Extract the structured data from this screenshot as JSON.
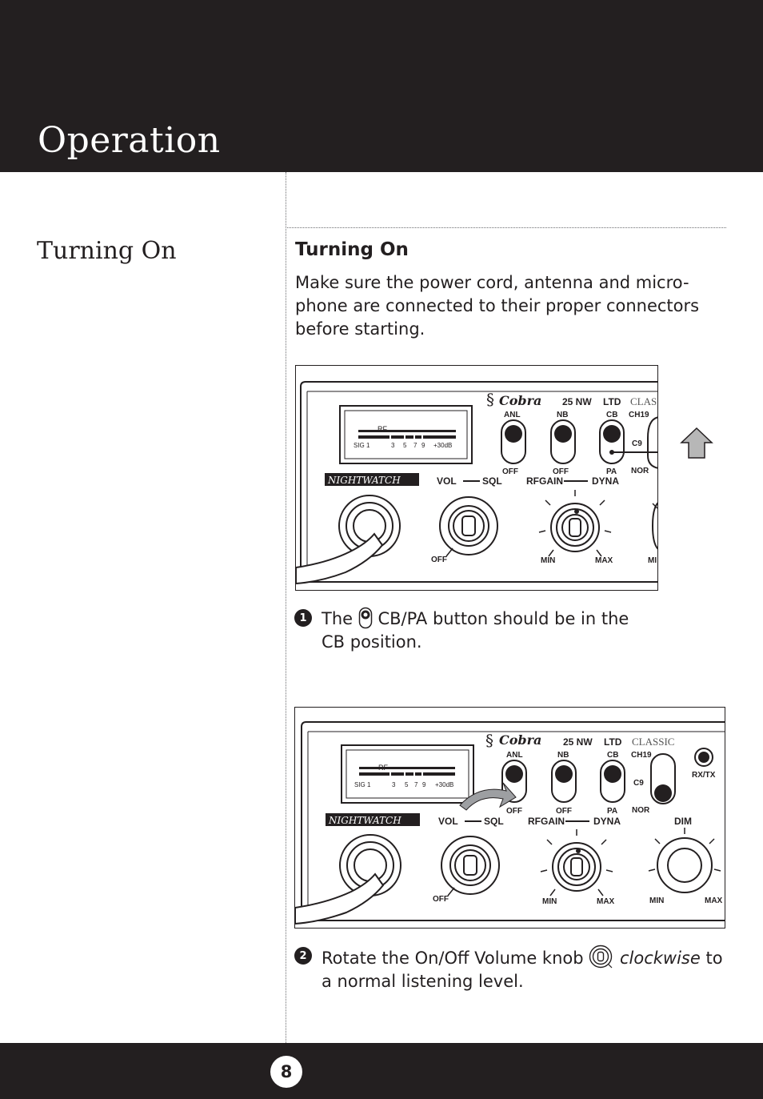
{
  "header": {
    "title": "Operation"
  },
  "sidebar": {
    "title": "Turning On"
  },
  "section": {
    "heading": "Turning On",
    "intro_line1": "Make sure the power cord, antenna and micro-",
    "intro_line2": "phone are connected to their proper connectors",
    "intro_line3": "before starting."
  },
  "panel": {
    "brand": "Cobra",
    "model": "25 NW",
    "ltd": "LTD",
    "classic": "CLASSIC",
    "classic_cropped": "CLAS",
    "series_logo": "NIGHTWATCH",
    "meter_rf": "RF",
    "meter_scale": [
      "SIG 1",
      "3",
      "5",
      "7",
      "9",
      "+30dB"
    ],
    "switches": [
      {
        "top": "ANL",
        "bottom": "OFF"
      },
      {
        "top": "NB",
        "bottom": "OFF"
      },
      {
        "top": "CB",
        "bottom": "PA"
      },
      {
        "top": "CH19",
        "mid": "C9",
        "bottom": "NOR"
      }
    ],
    "knob_labels": {
      "vol_sql": "VOL",
      "sql": "SQL",
      "rfgain": "RFGAIN",
      "dyna": "DYNA",
      "off": "OFF",
      "min": "MIN",
      "max": "MAX",
      "dim": "DIM",
      "rxtx": "RX/TX",
      "min_cropped": "MI"
    }
  },
  "steps": [
    {
      "number": "1",
      "text_a": "The",
      "text_b": "CB/PA button should be in the",
      "text_c": "CB position."
    },
    {
      "number": "2",
      "text_a": "Rotate the On/Off Volume knob",
      "text_em": "clockwise",
      "text_b": "to",
      "text_c": "a normal listening level."
    }
  ],
  "page_number": "8"
}
